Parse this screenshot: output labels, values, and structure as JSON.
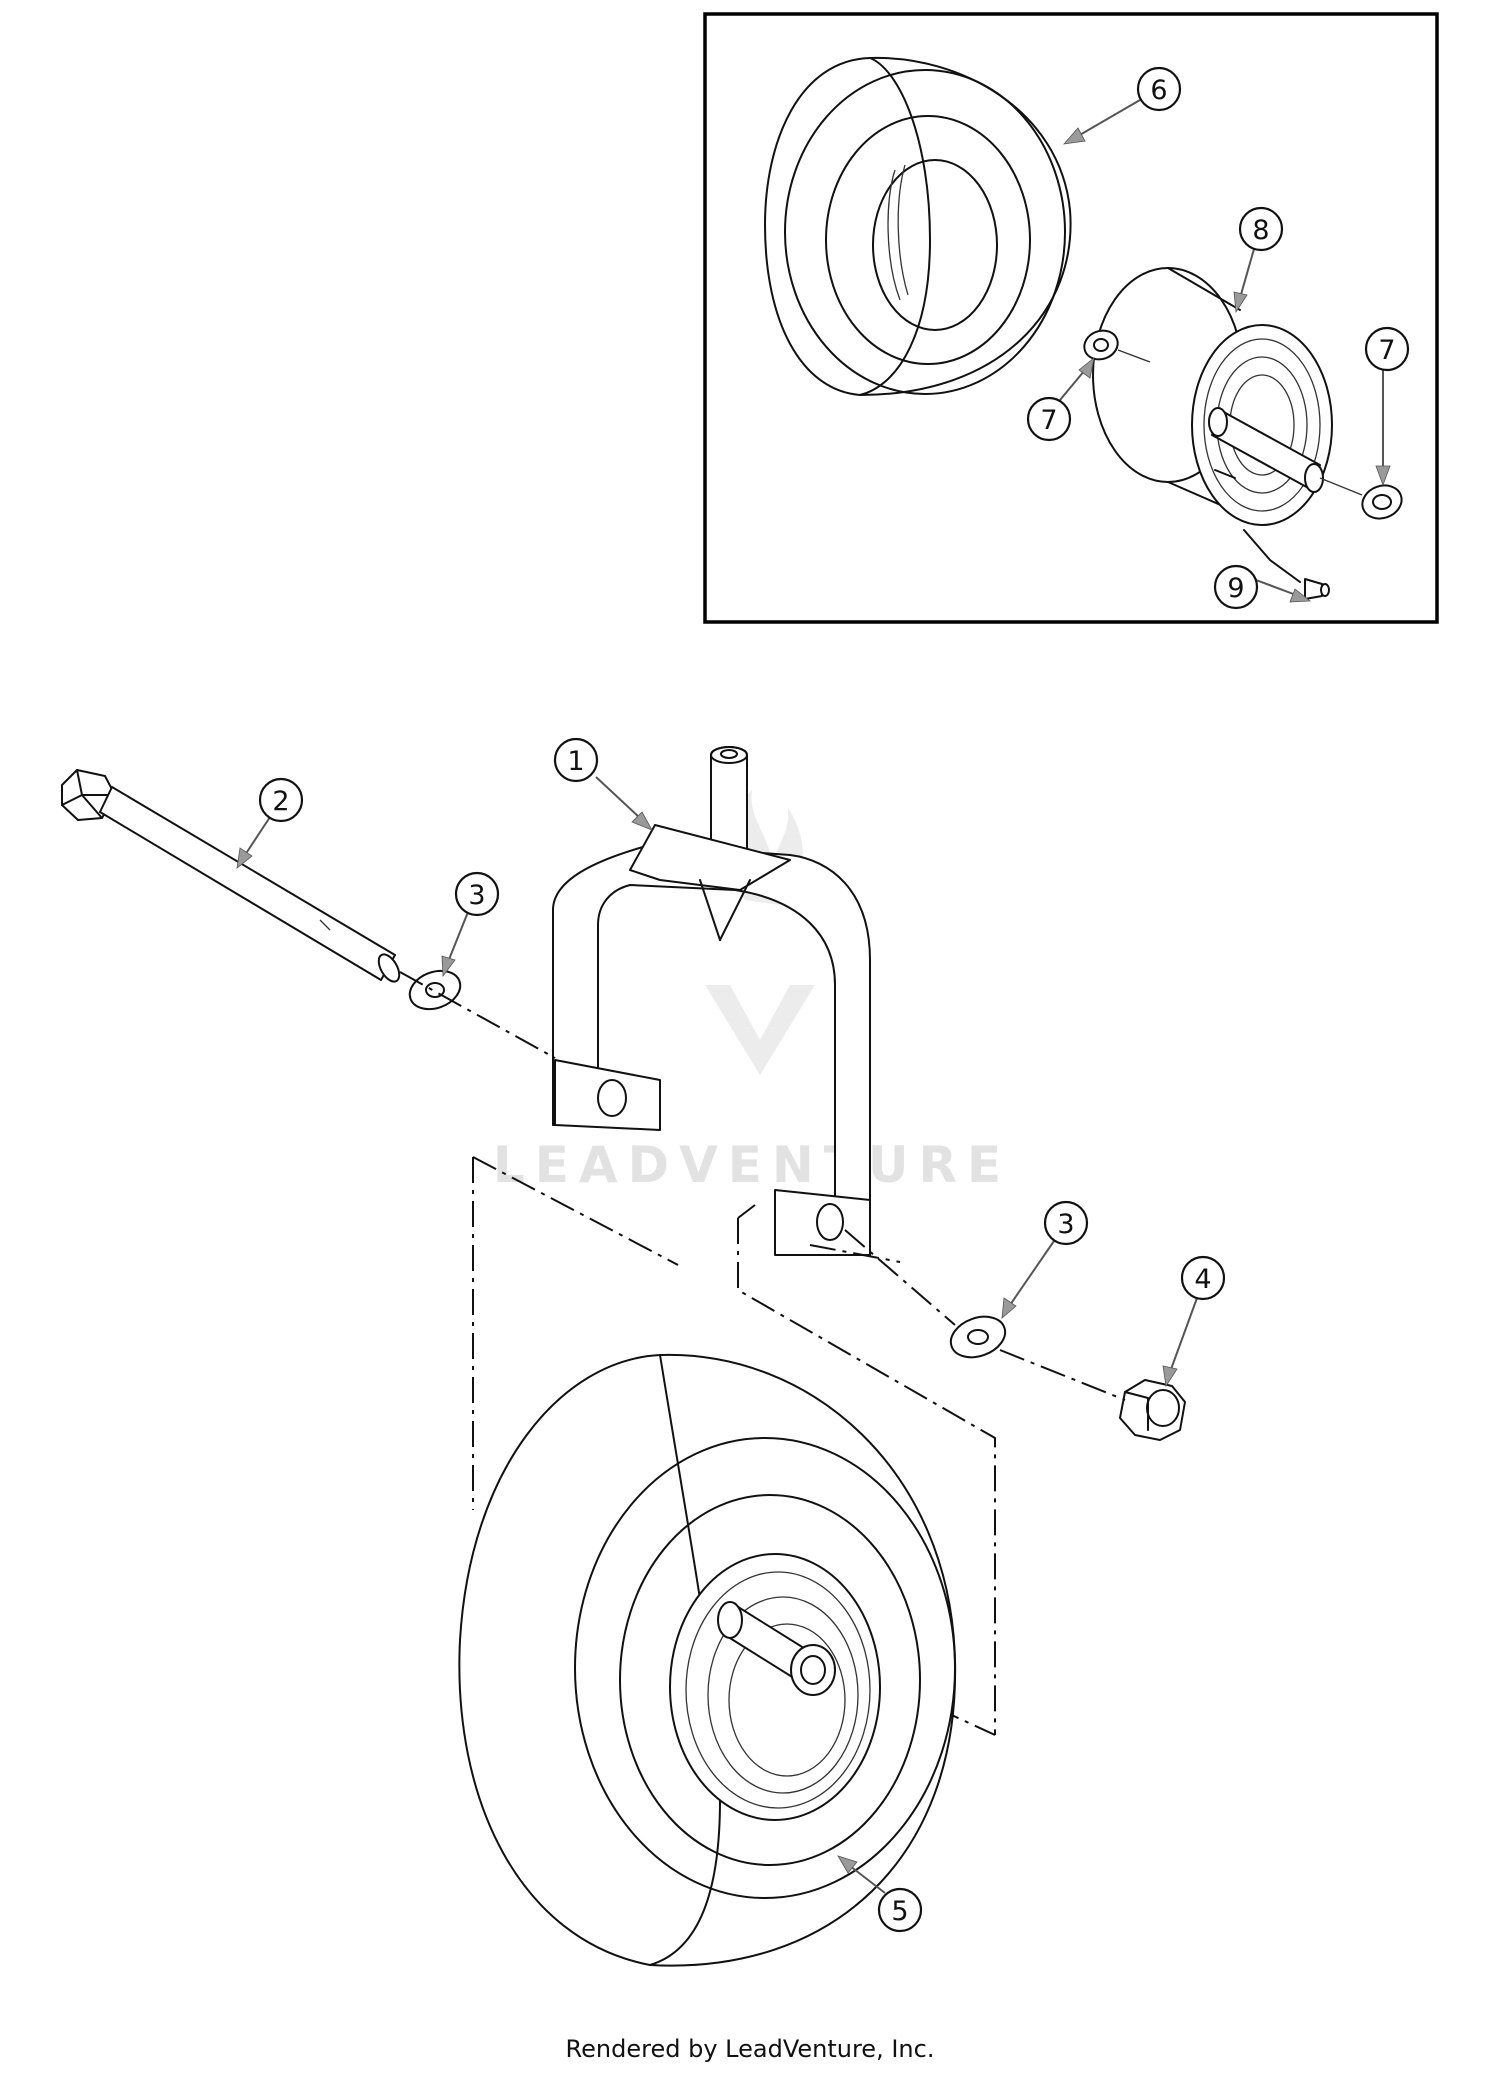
{
  "callouts": [
    {
      "id": "callout-1",
      "label": "1"
    },
    {
      "id": "callout-2",
      "label": "2"
    },
    {
      "id": "callout-3a",
      "label": "3"
    },
    {
      "id": "callout-3b",
      "label": "3"
    },
    {
      "id": "callout-4",
      "label": "4"
    },
    {
      "id": "callout-5",
      "label": "5"
    },
    {
      "id": "callout-6",
      "label": "6"
    },
    {
      "id": "callout-7a",
      "label": "7"
    },
    {
      "id": "callout-7b",
      "label": "7"
    },
    {
      "id": "callout-8",
      "label": "8"
    },
    {
      "id": "callout-9",
      "label": "9"
    }
  ],
  "watermark": {
    "text": "LEADVENTURE"
  },
  "footer": {
    "text": "Rendered by LeadVenture, Inc."
  },
  "colors": {
    "line": "#111111",
    "leader": "#555555",
    "arrowhead": "#9a9a9a",
    "watermark": "#e2e2e2"
  }
}
